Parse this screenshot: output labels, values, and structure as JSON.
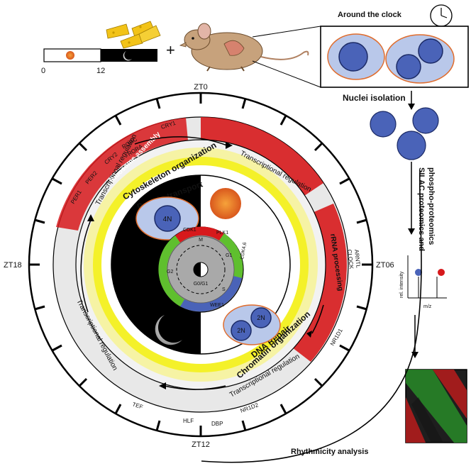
{
  "panel": {
    "title": "Around the clock",
    "nuclei_isolation": "Nuclei isolation",
    "proteomics_line1": "SILAC  proteomics and",
    "proteomics_line2": "phospho-proteomics",
    "rel_intensity": "rel. intensity",
    "mz": "m/z",
    "rhythmicity": "Rhythmicity analysis"
  },
  "lightbar": {
    "start": "0",
    "mid": "12",
    "plus": "+"
  },
  "zt": {
    "top": "ZT0",
    "right": "ZT06",
    "bottom": "ZT12",
    "left": "ZT18"
  },
  "genes": {
    "cry1": "CRY1",
    "rorc": "RORC",
    "rora": "RORA",
    "cry2": "CRY2",
    "per2": "PER2",
    "per1": "PER1",
    "arntl": "ARNTL",
    "clock": "CLOCK",
    "nr1d1": "NR1D1",
    "nr1d2": "NR1D2",
    "dbp": "DBP",
    "hlf": "HLF",
    "tef": "TEF"
  },
  "outer_labels": {
    "tr_top_left": "Transcriptional regulation",
    "tr_top_right": "Transcriptional regulation",
    "tr_bottom_left": "Transcriptional regulation",
    "tr_bottom_right": "Transcriptional regulation",
    "ribosome": "Ribosome assembly",
    "rrna": "rRNA processing"
  },
  "inner_labels": {
    "cytoskeleton": "Cytoskeleton organization",
    "protein_transport": "Protein transport",
    "dna_repair": "DNA Repair",
    "chromatin": "Chromatin organization"
  },
  "cell_cycle": {
    "n4": "4N",
    "n2a": "2N",
    "n2b": "2N",
    "g0g1": "G0/G1",
    "g1": "G1",
    "g2": "G2",
    "s": "S",
    "m": "M",
    "cdk1": "CDK1",
    "plk1": "PLK1",
    "cdk46": "CDK4,6",
    "wee1": "WEE1"
  },
  "colors": {
    "red": "#d7191c",
    "yellow": "#f3f000",
    "cell": "#4a63b8",
    "cell_bg": "#b9c8ea",
    "orange": "#e06c2c",
    "green": "#5fbf2e"
  }
}
